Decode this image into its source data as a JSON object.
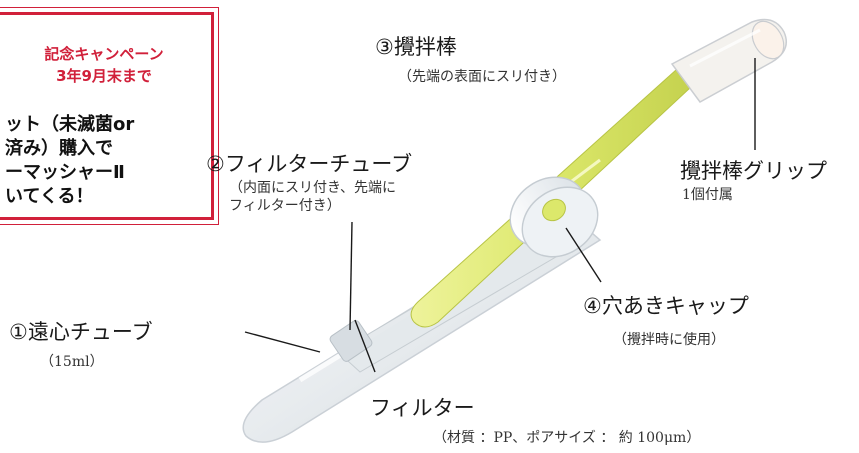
{
  "campaign": {
    "line1": "記念キャンペーン",
    "line2": "3年9月末まで",
    "body": "ット（未滅菌or\n済み）購入で\n ーマッシャーⅡ\nいてくる！"
  },
  "labels": {
    "stir_rod": {
      "title": "③攪拌棒",
      "sub": "（先端の表面にスリ付き）"
    },
    "filter_tube": {
      "title": "②フィルターチューブ",
      "sub1": "（内面にスリ付き、先端に",
      "sub2": "フィルター付き）"
    },
    "grip": {
      "title": "攪拌棒グリップ",
      "sub": "1個付属"
    },
    "centrifuge_tube": {
      "title": "①遠心チューブ",
      "sub": "（15ml）"
    },
    "cap": {
      "title": "④穴あきキャップ",
      "sub": "（攪拌時に使用）"
    },
    "filter": {
      "title": "フィルター",
      "sub": "（材質 ：PP、ポアサイズ ： 約 100μm）"
    }
  },
  "colors": {
    "campaign_red": "#d1203a",
    "rod_yellow": "#dce86b",
    "tube_clear": "#eef1f4",
    "cap_white": "#f4f6f8"
  }
}
